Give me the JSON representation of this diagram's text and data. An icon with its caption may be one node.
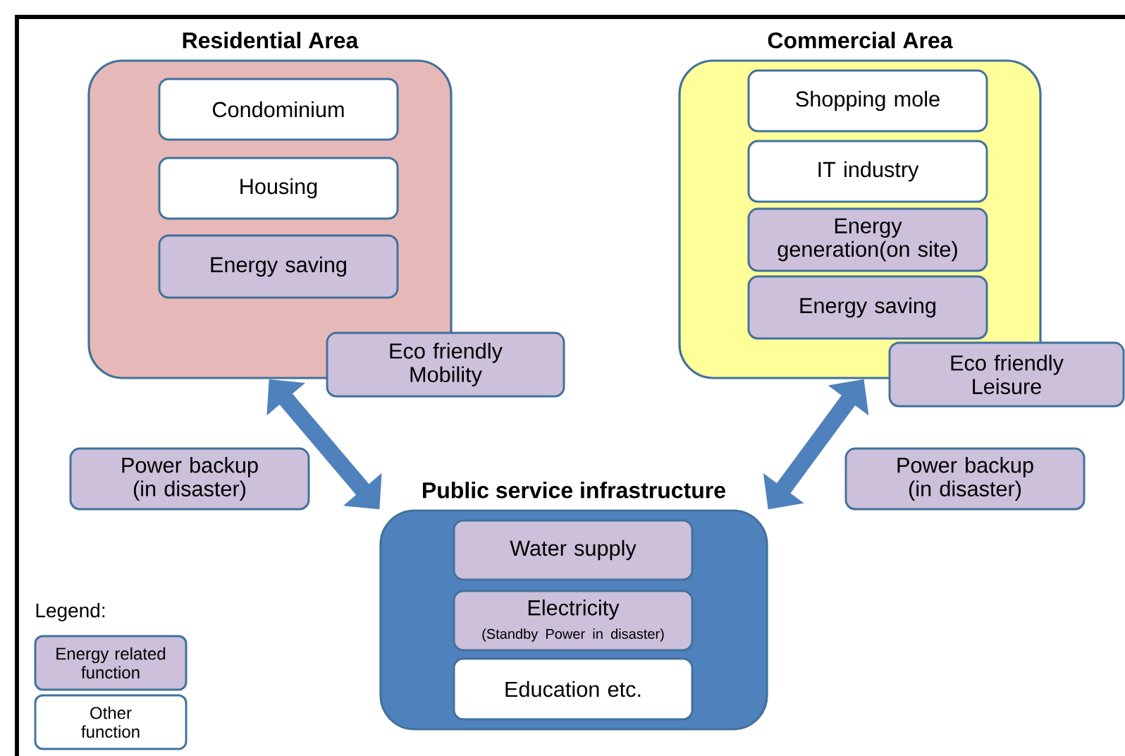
{
  "diagram": {
    "nodes": [
      {
        "text": [
          "Residential Area"
        ]
      },
      {
        "text": [
          "Condominium"
        ],
        "in": 0
      },
      {
        "text": [
          "Housing"
        ],
        "in": 0
      },
      {
        "text": [
          "Energy  saving"
        ],
        "in": 0
      },
      {
        "text": [
          "Eco friendly Mobility"
        ]
      },
      {
        "text": [
          "Commercial Area"
        ]
      },
      {
        "text": [
          "Shopping mole"
        ],
        "in": 5
      },
      {
        "text": [
          "IT industry"
        ],
        "in": 5
      },
      {
        "text": [
          "Energy generation(on site)"
        ],
        "in": 5
      },
      {
        "text": [
          "Energy  saving"
        ],
        "in": 5
      },
      {
        "text": [
          "Eco friendly Leisure"
        ]
      },
      {
        "text": [
          "Public service infrastructure"
        ]
      },
      {
        "text": [
          "Water supply"
        ],
        "in": 11
      },
      {
        "text": [
          "Electricity",
          "(Standby Power in disaster)"
        ],
        "in": 11
      },
      {
        "text": [
          "Education etc."
        ],
        "in": 11
      },
      {
        "text": [
          "Power backup (in disaster)"
        ]
      },
      {
        "text": [
          "Power backup (in disaster)"
        ]
      }
    ],
    "edges": [
      {
        "from": 0,
        "to": 11,
        "arrow": "both"
      },
      {
        "from": 5,
        "to": 11,
        "arrow": "both"
      }
    ],
    "labels": [
      "Legend:"
    ],
    "legend": [
      {
        "text": "Energy related function",
        "color": "#ccc0da"
      },
      {
        "text": "Other function"
      }
    ]
  }
}
